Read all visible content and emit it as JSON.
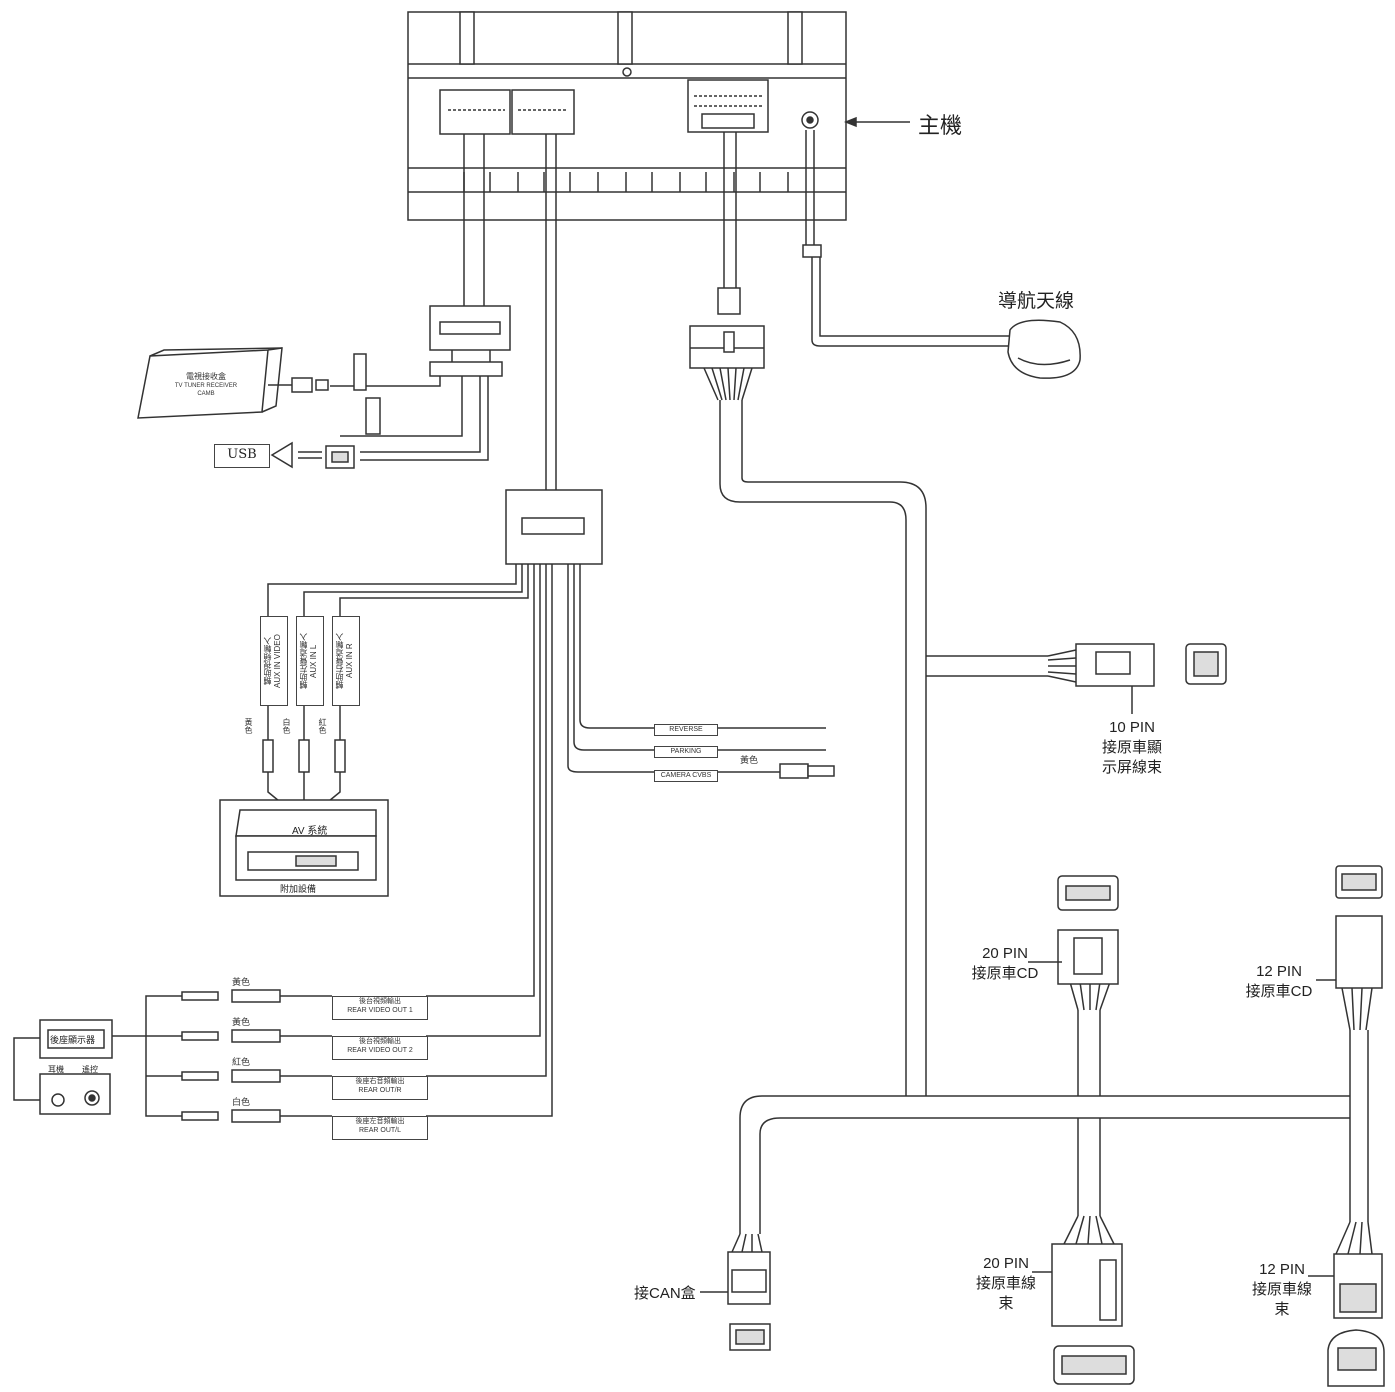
{
  "labels": {
    "head_unit": "主機",
    "nav_antenna": "導航天線",
    "usb": "USB",
    "tv_box": "電視接收盒",
    "tv_box_en": "TV TUNER RECEIVER",
    "tv_box_en2": "CAMB",
    "av_system": "AV 系統",
    "av_bottom": "附加設備",
    "rear_display": "後座顯示器",
    "headphone": "耳機",
    "control": "遙控",
    "aux_video": "輔助視頻輸入\nAUX IN VIDEO",
    "aux_l": "輔助左聲道輸入\nAUX IN L",
    "aux_r": "輔助右聲道輸入\nAUX IN R",
    "yellow": "黃色",
    "white": "白色",
    "red": "紅色",
    "reverse": "REVERSE",
    "parking": "PARKING",
    "camera": "CAMERA CVBS",
    "camera_color": "黃色",
    "rv1": "後台視頻輸出\nREAR VIDEO OUT 1",
    "rv2": "後台視頻輸出\nREAR VIDEO OUT 2",
    "rr": "後座右音頻輸出\nREAR OUT/R",
    "rl": "後座左音頻輸出\nREAR OUT/L",
    "c_yellow1": "黃色",
    "c_yellow2": "黃色",
    "c_red": "紅色",
    "c_white": "白色",
    "pin10": "10 PIN\n接原車顯\n示屏線束",
    "pin20cd": "20 PIN\n接原車CD",
    "pin12cd": "12 PIN\n接原車CD",
    "can": "接CAN盒",
    "pin20h": "20 PIN\n接原車線\n束",
    "pin12h": "12 PIN\n接原車線\n束"
  }
}
